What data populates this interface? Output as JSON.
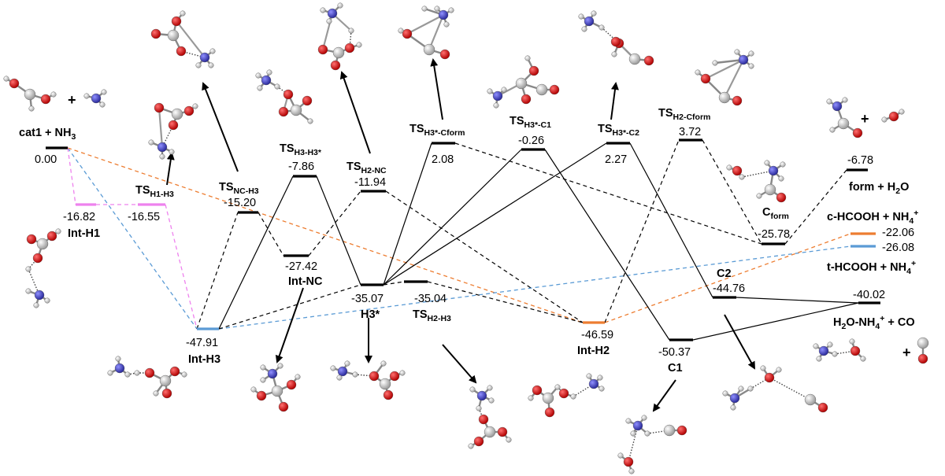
{
  "colors": {
    "level": "#000000",
    "int_h3": "#5b9bd5",
    "int_h1": "#ee82ee",
    "int_h2": "#ed7d31",
    "c_hcooh": "#ed7d31",
    "t_hcooh": "#5b9bd5",
    "atom_c": "#c8c8c8",
    "atom_o": "#dd0000",
    "atom_n": "#4040c8",
    "atom_h": "#e8e8e8"
  },
  "states": {
    "cat1": {
      "value": "0.00",
      "name": "cat1 + NH",
      "name_sub": "3"
    },
    "int_h1": {
      "value": "-16.82",
      "name": "Int-H1"
    },
    "ts_h1_h3": {
      "value": "-16.55",
      "ts": "TS",
      "ts_sub": "H1-H3"
    },
    "int_h3": {
      "value": "-47.91",
      "name": "Int-H3"
    },
    "ts_nc_h3": {
      "value": "-15.20",
      "ts": "TS",
      "ts_sub": "NC-H3"
    },
    "int_nc": {
      "value": "-27.42",
      "name": "Int-NC"
    },
    "ts_h3_h3s": {
      "value": "-7.86",
      "ts": "TS",
      "ts_sub": "H3-H3*"
    },
    "h3s": {
      "value": "-35.07",
      "name": "H3*"
    },
    "ts_h2_nc": {
      "value": "-11.94",
      "ts": "TS",
      "ts_sub": "H2-NC"
    },
    "ts_h2_h3": {
      "value": "-35.04",
      "ts": "TS",
      "ts_sub": "H2-H3"
    },
    "ts_h3s_cform": {
      "value": "2.08",
      "ts": "TS",
      "ts_sub": "H3*-Cform"
    },
    "ts_h3s_c1": {
      "value": "-0.26",
      "ts": "TS",
      "ts_sub": "H3*-C1"
    },
    "ts_h3s_c2": {
      "value": "2.27",
      "ts": "TS",
      "ts_sub": "H3*-C2"
    },
    "int_h2": {
      "value": "-46.59",
      "name": "Int-H2"
    },
    "c1": {
      "value": "-50.37",
      "name": "C1"
    },
    "ts_h2_cform": {
      "value": "3.72",
      "ts": "TS",
      "ts_sub": "H2-Cform"
    },
    "cform": {
      "value": "-25.78",
      "name": "C",
      "name_sub": "form"
    },
    "c2": {
      "value": "-44.76",
      "name": "C2"
    },
    "form_h2o": {
      "value": "-6.78",
      "name": "form + H",
      "name_sub": "2",
      "name_tail": "O"
    },
    "c_hcooh": {
      "value": "-22.06",
      "name": "c-HCOOH + NH",
      "name_sub": "4",
      "name_sup": "+"
    },
    "t_hcooh": {
      "value": "-26.08",
      "name": "t-HCOOH + NH",
      "name_sub": "4",
      "name_sup": "+"
    },
    "h2o_nh4_co": {
      "value": "-40.02",
      "name": "H",
      "name_sub": "2",
      "name_mid": "O-NH",
      "name_sub2": "4",
      "name_sup": "+",
      "name_tail": " + CO"
    }
  },
  "plus_signs": [
    "+",
    "+",
    "+"
  ],
  "molecule_icons": [
    "structure-cat1-icon",
    "structure-nh3-icon",
    "structure-int-h1-icon",
    "structure-ts-h1-h3-icon",
    "structure-int-h3-icon",
    "structure-ts-nc-h3-icon",
    "structure-int-nc-icon",
    "structure-ts-h3-h3s-icon",
    "structure-h3s-icon",
    "structure-ts-h2-nc-icon",
    "structure-ts-h2-h3-icon",
    "structure-ts-h3s-cform-icon",
    "structure-ts-h3s-c1-icon",
    "structure-ts-h3s-c2-icon",
    "structure-int-h2-icon",
    "structure-c1-icon",
    "structure-ts-h2-cform-icon",
    "structure-cform-icon",
    "structure-c2-icon",
    "structure-form-icon",
    "structure-h2o-icon",
    "structure-h2o-nh4-icon",
    "structure-co-icon"
  ]
}
